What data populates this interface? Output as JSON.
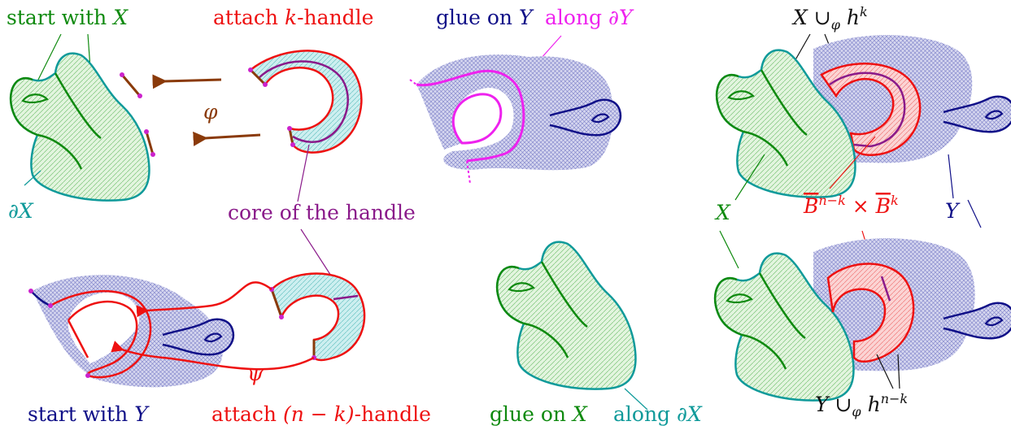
{
  "colors": {
    "green": "#0f8a0f",
    "teal": "#0f9a9a",
    "red": "#ee1111",
    "navy": "#101088",
    "magenta": "#ee22ee",
    "purple": "#8a1a8a",
    "brown": "#8a3a0a",
    "black": "#111111",
    "green_fill": "#d6f0d2",
    "blue_fill": "#c9cbea",
    "red_fill": "#f8c4c4",
    "cyan_fill": "#c8eeee"
  },
  "labels": {
    "start_with_X": {
      "text": "start with ",
      "var": "X"
    },
    "attach_k_handle": {
      "pre": "attach ",
      "var": "k",
      "post": "-handle"
    },
    "glue_on_Y": {
      "text": "glue on ",
      "var": "Y"
    },
    "along_dY": {
      "text": "along ",
      "var": "∂Y"
    },
    "X_cup_hk": {
      "a": "X",
      "cup": " ∪",
      "sub": "φ",
      "h": " h",
      "sup": "k"
    },
    "phi": "φ",
    "dX": "∂X",
    "core_of_handle": "core of the handle",
    "X_label": "X",
    "B_product": {
      "b1": "B",
      "sup1": "n−k",
      "times": " × ",
      "b2": "B",
      "sup2": "k"
    },
    "Y_label": "Y",
    "psi": "ψ",
    "start_with_Y": {
      "text": "start with ",
      "var": "Y"
    },
    "attach_nk_handle": {
      "pre": "attach ",
      "var": "(n − k)",
      "post": "-handle"
    },
    "glue_on_X": {
      "text": "glue on ",
      "var": "X"
    },
    "along_dX": {
      "text": "along ",
      "var": "∂X"
    },
    "Y_cup_hnk": {
      "a": "Y",
      "cup": " ∪",
      "sub": "φ",
      "h": " h",
      "sup": "n−k"
    }
  }
}
